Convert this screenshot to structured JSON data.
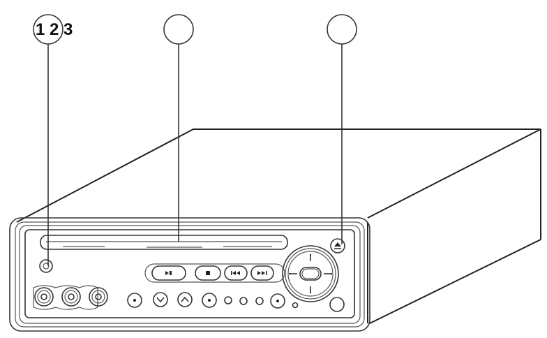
{
  "diagram": {
    "subject": "DVD player front panel (isometric line drawing)",
    "callouts": [
      {
        "id": 1,
        "label": "1 2 3",
        "target": "power-button"
      },
      {
        "id": 2,
        "label": "",
        "target": "disc-slot"
      },
      {
        "id": 3,
        "label": "",
        "target": "eject-button"
      }
    ],
    "front_panel": {
      "disc_slot": "disc-slot",
      "transport_buttons": [
        {
          "name": "play-pause",
          "glyph": "▶❚"
        },
        {
          "name": "stop",
          "glyph": "■"
        },
        {
          "name": "previous",
          "glyph": "⏮"
        },
        {
          "name": "next",
          "glyph": "⏭"
        }
      ],
      "jacks": [
        "av-jack-1",
        "av-jack-2",
        "av-jack-3"
      ],
      "lower_buttons": [
        "dot-button",
        "down-button",
        "up-button",
        "dot-button",
        "led",
        "led",
        "led",
        "dot-button",
        "small-led"
      ],
      "nav_pad": {
        "arrows": [
          "up",
          "down",
          "left",
          "right"
        ],
        "center": "ok"
      },
      "sensor": "ir-sensor"
    },
    "colors": {
      "line": "#333333",
      "background": "#ffffff"
    }
  }
}
